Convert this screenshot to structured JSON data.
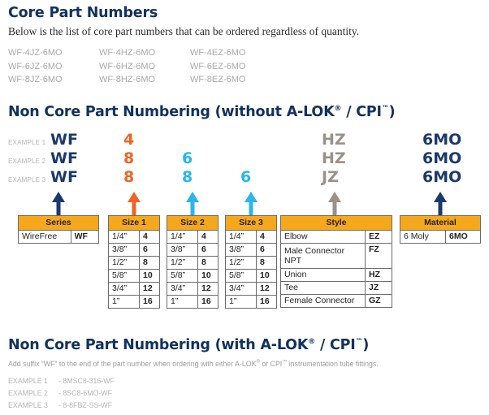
{
  "sections": {
    "core": {
      "heading": "Core Part Numbers",
      "lead": "Below is the list of core part numbers that can be ordered regardless of quantity.",
      "columns": [
        [
          "WF-4JZ-6MO",
          "WF-6JZ-6MO",
          "WF-8JZ-6MO"
        ],
        [
          "WF-4HZ-6MO",
          "WF-6HZ-6MO",
          "WF-8HZ-6MO"
        ],
        [
          "WF-4EZ-6MO",
          "WF-6EZ-6MO",
          "WF-8EZ-6MO"
        ]
      ]
    },
    "non_core_without": {
      "heading_prefix": "Non Core Part Numbering (without A-LOK",
      "heading_reg": "®",
      "heading_mid": " / CPI",
      "heading_tm": "™",
      "heading_suffix": ")",
      "examples": [
        {
          "label": "EXAMPLE 1",
          "series": "WF",
          "size1": "4",
          "size2": "",
          "size3": "",
          "style": "HZ",
          "material": "6MO"
        },
        {
          "label": "EXAMPLE 2",
          "series": "WF",
          "size1": "8",
          "size2": "6",
          "size3": "",
          "style": "HZ",
          "material": "6MO"
        },
        {
          "label": "EXAMPLE 3",
          "series": "WF",
          "size1": "8",
          "size2": "8",
          "size3": "6",
          "style": "JZ",
          "material": "6MO"
        }
      ]
    },
    "non_core_with": {
      "heading_prefix": "Non Core Part Numbering (with A-LOK",
      "heading_reg": "®",
      "heading_mid": " / CPI",
      "heading_tm": "™",
      "heading_suffix": ")",
      "note_a": "Add suffix “WF” to the end of the part number when ordering with either A-LOK",
      "note_reg": "®",
      "note_b": " or CPI",
      "note_tm": "™",
      "note_c": " instrumentation tube fittings.",
      "examples": [
        {
          "label": "EXAMPLE 1",
          "part": "- 8MSC8-316-WF"
        },
        {
          "label": "EXAMPLE 2",
          "part": "- 8SC8-6MO-WF"
        },
        {
          "label": "EXAMPLE 3",
          "part": "- 8-8FBZ-SS-WF"
        }
      ]
    }
  },
  "tables": {
    "series": {
      "header": "Series",
      "rows": [
        {
          "name": "WireFree",
          "code": "WF"
        }
      ]
    },
    "size1": {
      "header": "Size 1",
      "rows": [
        {
          "size": "1/4”",
          "code": "4"
        },
        {
          "size": "3/8”",
          "code": "6"
        },
        {
          "size": "1/2”",
          "code": "8"
        },
        {
          "size": "5/8”",
          "code": "10"
        },
        {
          "size": "3/4”",
          "code": "12"
        },
        {
          "size": "1”",
          "code": "16"
        }
      ]
    },
    "size2": {
      "header": "Size 2",
      "rows": [
        {
          "size": "1/4”",
          "code": "4"
        },
        {
          "size": "3/8”",
          "code": "6"
        },
        {
          "size": "1/2”",
          "code": "8"
        },
        {
          "size": "5/8”",
          "code": "10"
        },
        {
          "size": "3/4”",
          "code": "12"
        },
        {
          "size": "1”",
          "code": "16"
        }
      ]
    },
    "size3": {
      "header": "Size 3",
      "rows": [
        {
          "size": "1/4”",
          "code": "4"
        },
        {
          "size": "3/8”",
          "code": "6"
        },
        {
          "size": "1/2”",
          "code": "8"
        },
        {
          "size": "5/8”",
          "code": "10"
        },
        {
          "size": "3/4”",
          "code": "12"
        },
        {
          "size": "1”",
          "code": "16"
        }
      ]
    },
    "style": {
      "header": "Style",
      "rows": [
        {
          "name": "Elbow",
          "code": "EZ"
        },
        {
          "name": "Male Connector NPT",
          "code": "FZ"
        },
        {
          "name": "Union",
          "code": "HZ"
        },
        {
          "name": "Tee",
          "code": "JZ"
        },
        {
          "name": "Female Connector",
          "code": "GZ"
        }
      ]
    },
    "material": {
      "header": "Material",
      "rows": [
        {
          "name": "6 Moly",
          "code": "6MO"
        }
      ]
    }
  },
  "colors": {
    "navy": "#1b3a6b",
    "orange": "#ef6423",
    "cyan": "#29b6e8",
    "gray": "#9a9187",
    "header_orange": "#f6a81c"
  }
}
